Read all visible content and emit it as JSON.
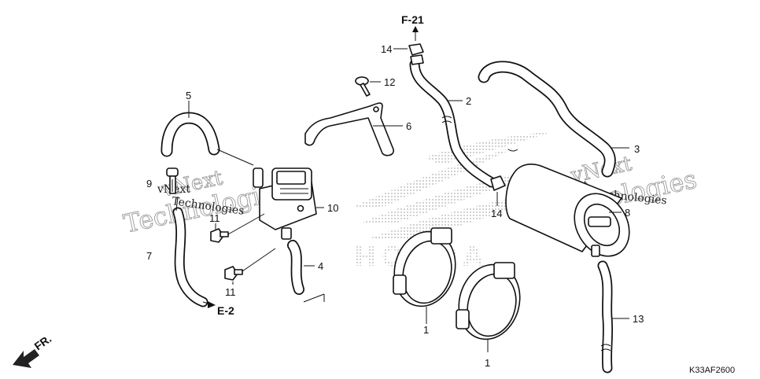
{
  "diagram": {
    "code": "K33AF2600",
    "refs": {
      "top": "F-21",
      "bottom": "E-2",
      "front": "FR."
    },
    "callouts": [
      "1",
      "1",
      "2",
      "3",
      "4",
      "5",
      "6",
      "7",
      "8",
      "9",
      "10",
      "11",
      "11",
      "12",
      "13",
      "14",
      "14"
    ],
    "watermark": {
      "line1": "vNext",
      "line2": "Technologies"
    },
    "logo_text": "HONDA"
  }
}
